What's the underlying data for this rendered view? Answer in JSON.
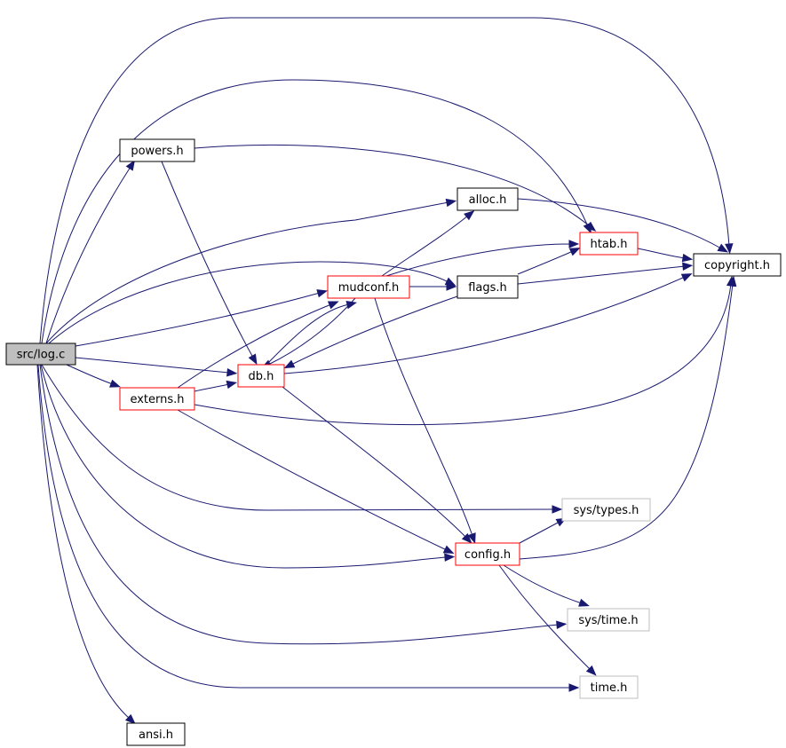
{
  "colors": {
    "edge": "#191970",
    "root_fill": "#bfbfbf",
    "normal_border": "#000000",
    "incomplete_border": "#ff0000",
    "external_border": "#bfbfbf"
  },
  "nodes": {
    "src_log_c": {
      "label": "src/log.c",
      "kind": "root"
    },
    "powers_h": {
      "label": "powers.h",
      "kind": "normal"
    },
    "alloc_h": {
      "label": "alloc.h",
      "kind": "normal"
    },
    "htab_h": {
      "label": "htab.h",
      "kind": "incomplete"
    },
    "copyright_h": {
      "label": "copyright.h",
      "kind": "normal"
    },
    "mudconf_h": {
      "label": "mudconf.h",
      "kind": "incomplete"
    },
    "flags_h": {
      "label": "flags.h",
      "kind": "normal"
    },
    "db_h": {
      "label": "db.h",
      "kind": "incomplete"
    },
    "externs_h": {
      "label": "externs.h",
      "kind": "incomplete"
    },
    "sys_types_h": {
      "label": "sys/types.h",
      "kind": "external"
    },
    "config_h": {
      "label": "config.h",
      "kind": "incomplete"
    },
    "sys_time_h": {
      "label": "sys/time.h",
      "kind": "external"
    },
    "time_h": {
      "label": "time.h",
      "kind": "external"
    },
    "ansi_h": {
      "label": "ansi.h",
      "kind": "normal"
    }
  },
  "edges": [
    {
      "from": "src_log_c",
      "to": "copyright_h"
    },
    {
      "from": "src_log_c",
      "to": "htab_h"
    },
    {
      "from": "src_log_c",
      "to": "powers_h"
    },
    {
      "from": "src_log_c",
      "to": "alloc_h"
    },
    {
      "from": "src_log_c",
      "to": "flags_h"
    },
    {
      "from": "src_log_c",
      "to": "mudconf_h"
    },
    {
      "from": "src_log_c",
      "to": "db_h"
    },
    {
      "from": "src_log_c",
      "to": "externs_h"
    },
    {
      "from": "src_log_c",
      "to": "sys_types_h"
    },
    {
      "from": "src_log_c",
      "to": "config_h"
    },
    {
      "from": "src_log_c",
      "to": "sys_time_h"
    },
    {
      "from": "src_log_c",
      "to": "time_h"
    },
    {
      "from": "src_log_c",
      "to": "ansi_h"
    },
    {
      "from": "powers_h",
      "to": "htab_h"
    },
    {
      "from": "powers_h",
      "to": "db_h"
    },
    {
      "from": "alloc_h",
      "to": "copyright_h"
    },
    {
      "from": "htab_h",
      "to": "copyright_h"
    },
    {
      "from": "mudconf_h",
      "to": "alloc_h"
    },
    {
      "from": "mudconf_h",
      "to": "htab_h"
    },
    {
      "from": "mudconf_h",
      "to": "flags_h"
    },
    {
      "from": "mudconf_h",
      "to": "db_h"
    },
    {
      "from": "mudconf_h",
      "to": "config_h"
    },
    {
      "from": "flags_h",
      "to": "htab_h"
    },
    {
      "from": "flags_h",
      "to": "copyright_h"
    },
    {
      "from": "flags_h",
      "to": "db_h"
    },
    {
      "from": "db_h",
      "to": "mudconf_h"
    },
    {
      "from": "db_h",
      "to": "copyright_h"
    },
    {
      "from": "db_h",
      "to": "config_h"
    },
    {
      "from": "externs_h",
      "to": "db_h"
    },
    {
      "from": "externs_h",
      "to": "mudconf_h"
    },
    {
      "from": "externs_h",
      "to": "copyright_h"
    },
    {
      "from": "externs_h",
      "to": "config_h"
    },
    {
      "from": "config_h",
      "to": "sys_types_h"
    },
    {
      "from": "config_h",
      "to": "copyright_h"
    },
    {
      "from": "config_h",
      "to": "sys_time_h"
    },
    {
      "from": "config_h",
      "to": "time_h"
    }
  ]
}
